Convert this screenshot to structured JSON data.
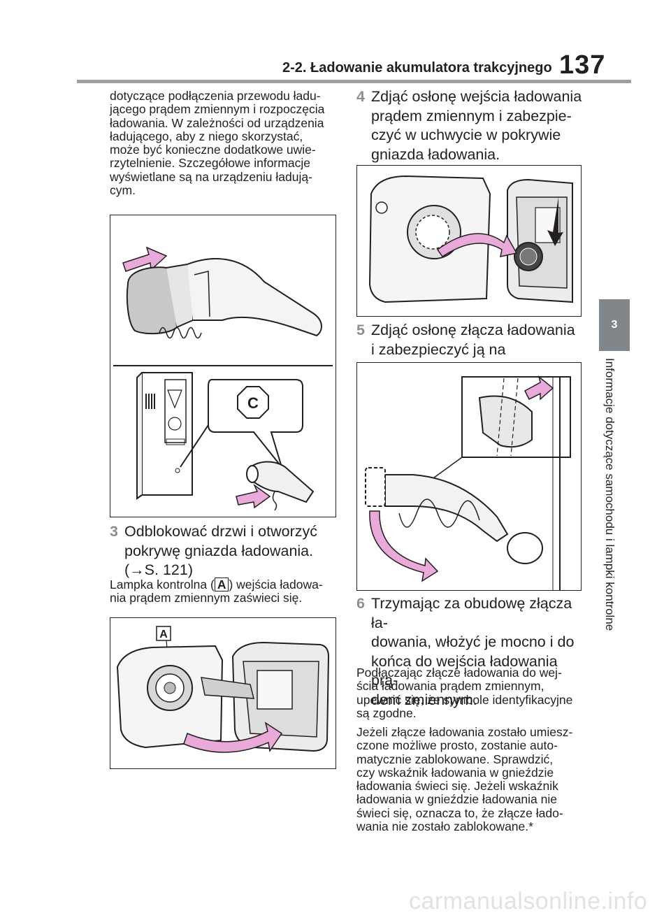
{
  "header": {
    "section_title": "2-2. Ładowanie akumulatora trakcyjnego",
    "page_number": "137"
  },
  "sidebar": {
    "chapter_number": "3",
    "chapter_title": "Informacje dotyczące samochodu i lampki kontrolne"
  },
  "left": {
    "intro_text": "dotyczące podłączenia przewodu ładu-\njącego prądem zmiennym i rozpoczęcia\nładowania. W zależności od urządzenia\nładującego, aby z niego skorzystać,\nmoże być konieczne dodatkowe uwie-\nrzytelnienie. Szczegółowe informacje\nwyświetlane są na urządzeniu ładują-\ncym.",
    "figure1_label": "C",
    "step3_num": "3",
    "step3_text": "Odblokować drzwi i otworzyć\npokrywę gniazda ładowania.\n(→S. 121)",
    "note_pre": "Lampka kontrolna (",
    "note_box": "A",
    "note_post": ") wejścia ładowa-\nnia prądem zmiennym  zaświeci się.",
    "figure2_label": "A"
  },
  "right": {
    "step4_num": "4",
    "step4_text": "Zdjąć osłonę wejścia ładowania\nprądem zmiennym i zabezpie-\nczyć w uchwycie w pokrywie\ngniazda ładowania.",
    "step5_num": "5",
    "step5_text": "Zdjąć osłonę złącza ładowania\ni zabezpieczyć ją na przewodzie.",
    "step6_num": "6",
    "step6_text": "Trzymając za obudowę złącza ła-\ndowania, włożyć je mocno i do\nkońca do wejścia ładowania prą-\ndem zmiennym.",
    "para1": "Podłączając złącze ładowania do wej-\nścia ładowania prądem zmiennym,\nupewnić się, że symbole identyfikacyjne\nsą zgodne.",
    "para2": "Jeżeli złącze ładowania zostało umiesz-\nczone możliwe prosto, zostanie auto-\nmatycznie zablokowane. Sprawdzić,\nczy wskaźnik ładowania w gnieździe\nładowania świeci się. Jeżeli wskaźnik\nładowania w gnieździe ładowania nie\nświeci się, oznacza to, że złącze łado-\nwania nie zostało zablokowane.*"
  },
  "watermark": "carmanualsonline.info",
  "colors": {
    "arrow_pink": "#e9a9d9",
    "grey_tab": "#80868a",
    "rule": "#9aa0a4"
  }
}
